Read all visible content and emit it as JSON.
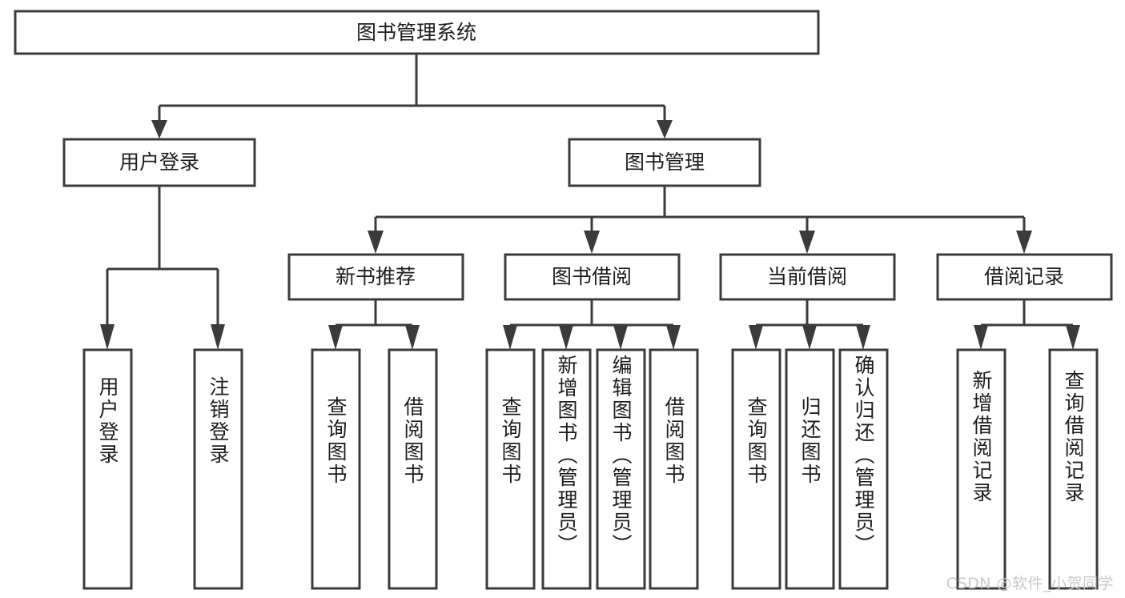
{
  "diagram": {
    "title": "图书管理系统",
    "type": "hierarchy-tree",
    "levels": 4,
    "colors": {
      "node_fill": "#ffffff",
      "node_stroke": "#3b3b3b",
      "edge": "#3b3b3b",
      "text": "#1d1d1d",
      "watermark": "#c9c9c9"
    },
    "root": {
      "label": "图书管理系统"
    },
    "level2": [
      {
        "label": "用户登录"
      },
      {
        "label": "图书管理"
      }
    ],
    "level3": [
      {
        "label": "新书推荐"
      },
      {
        "label": "图书借阅"
      },
      {
        "label": "当前借阅"
      },
      {
        "label": "借阅记录"
      }
    ],
    "leaves": {
      "user_login": [
        {
          "label": "用户登录"
        },
        {
          "label": "注销登录"
        }
      ],
      "new_book": [
        {
          "label": "查询图书"
        },
        {
          "label": "借阅图书"
        }
      ],
      "book_borrow": [
        {
          "label": "查询图书"
        },
        {
          "label": "新增图书（管理员）"
        },
        {
          "label": "编辑图书（管理员）"
        },
        {
          "label": "借阅图书"
        }
      ],
      "current_borrow": [
        {
          "label": "查询图书"
        },
        {
          "label": "归还图书"
        },
        {
          "label": "确认归还（管理员）"
        }
      ],
      "borrow_record": [
        {
          "label": "新增借阅记录"
        },
        {
          "label": "查询借阅记录"
        }
      ]
    }
  },
  "watermark": {
    "text": "CSDN @软件_小贺同学"
  }
}
